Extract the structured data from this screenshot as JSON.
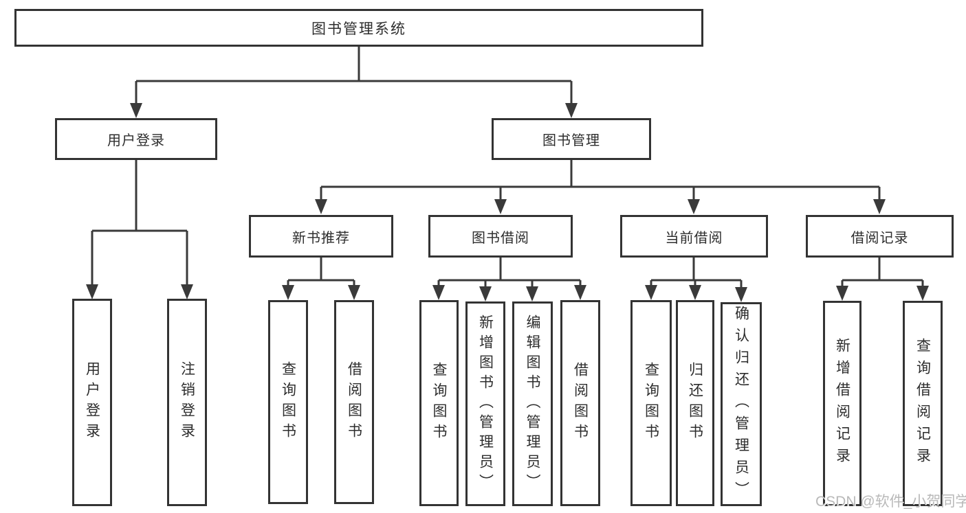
{
  "diagram": {
    "type": "hierarchy-tree",
    "colors": {
      "line": "#3a3a3a",
      "border": "#333333",
      "text": "#2d2d2d",
      "watermark": "#b9b9b9",
      "background": "#ffffff"
    },
    "tree": {
      "root": "图书管理系统",
      "children": [
        {
          "label": "用户登录",
          "children": [
            "用户登录",
            "注销登录"
          ]
        },
        {
          "label": "图书管理",
          "children": [
            {
              "label": "新书推荐",
              "children": [
                "查询图书",
                "借阅图书"
              ]
            },
            {
              "label": "图书借阅",
              "children": [
                "查询图书",
                "新增图书（管理员）",
                "编辑图书（管理员）",
                "借阅图书"
              ]
            },
            {
              "label": "当前借阅",
              "children": [
                "查询图书",
                "归还图书",
                "确认归还（管理员）"
              ]
            },
            {
              "label": "借阅记录",
              "children": [
                "新增借阅记录",
                "查询借阅记录"
              ]
            }
          ]
        }
      ]
    },
    "watermark": "CSDN @软件_小贺同学"
  }
}
